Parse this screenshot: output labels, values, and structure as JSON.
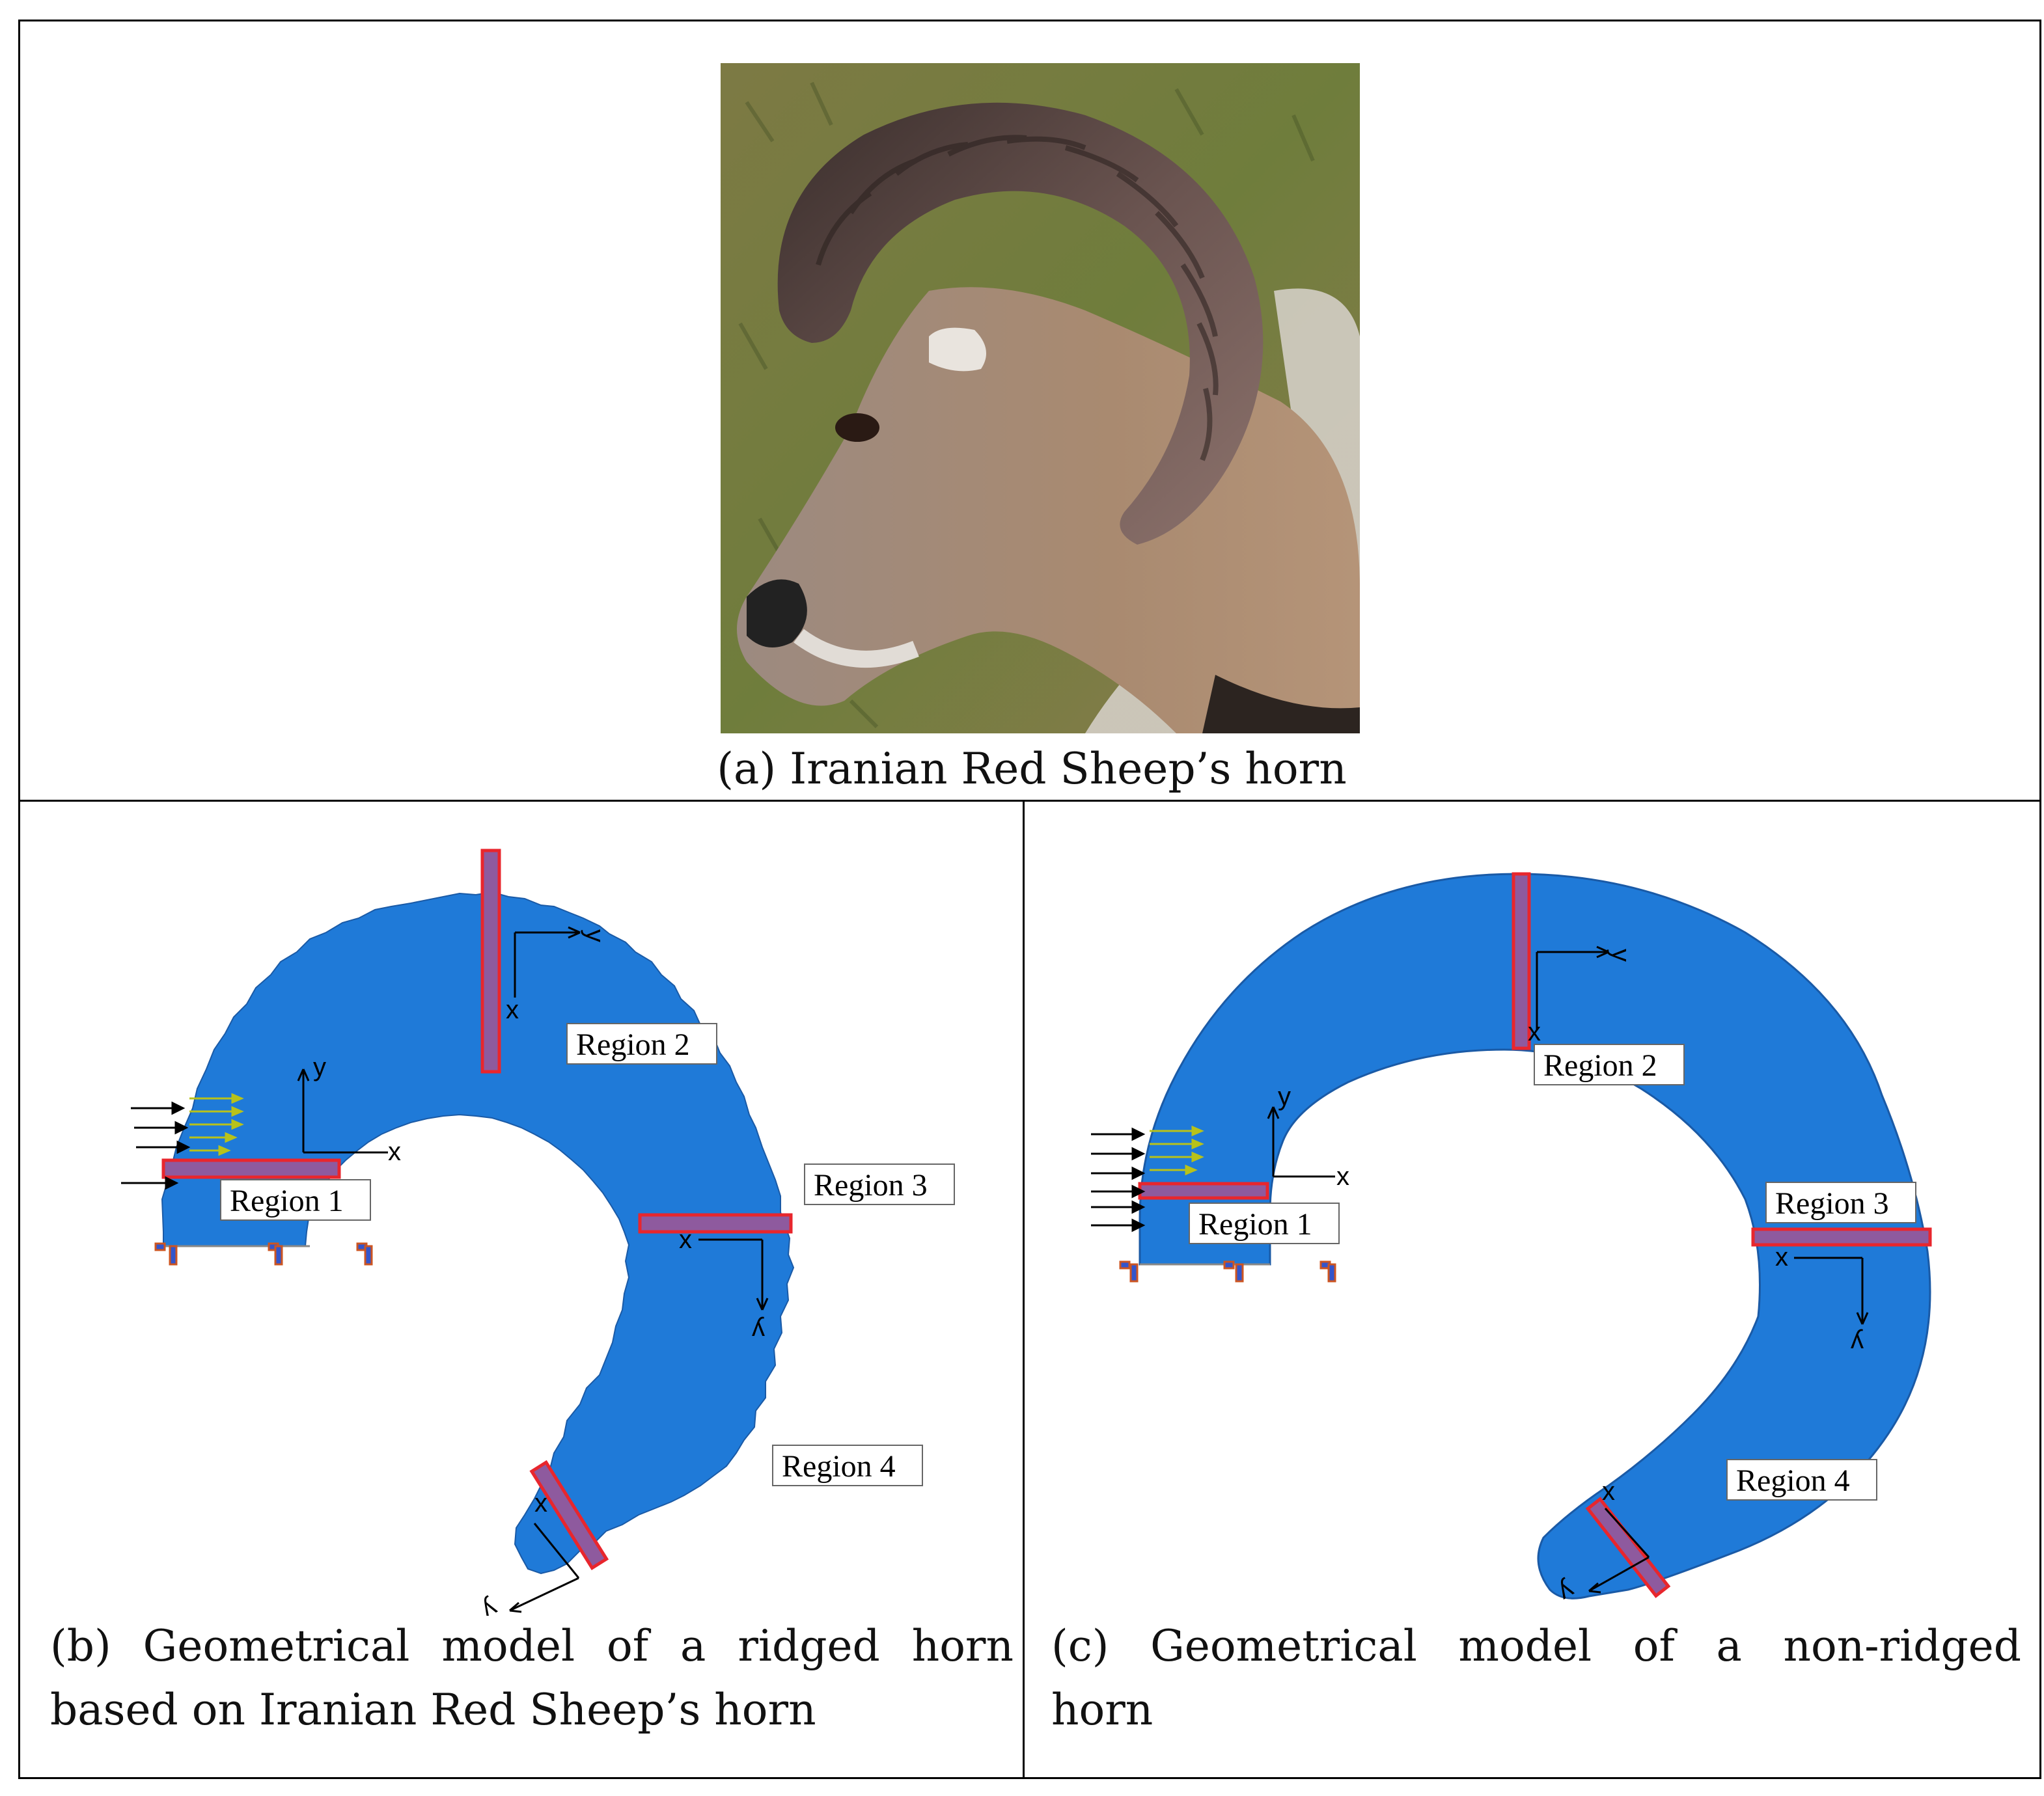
{
  "captions": {
    "a": "(a)  Iranian Red Sheep’s horn",
    "b_line1": "(b) Geometrical model of a ridged horn",
    "b_line2": "based on Iranian Red Sheep’s horn",
    "c_line1": "(c) Geometrical model of a non-ridged",
    "c_line2": "horn"
  },
  "models": {
    "ridged": {
      "region_labels": [
        "Region 1",
        "Region 2",
        "Region 3",
        "Region 4"
      ],
      "axis_labels": {
        "x": "x",
        "y": "y"
      }
    },
    "non_ridged": {
      "region_labels": [
        "Region 1",
        "Region 2",
        "Region 3",
        "Region 4"
      ],
      "axis_labels": {
        "x": "x",
        "y": "y"
      }
    }
  },
  "colors": {
    "horn_fill": "#1f7ad8",
    "region_band": "#8e5a9e",
    "region_edge": "#e8262d",
    "load_arrow": "#000000",
    "pressure_arrow": "#b8c21a"
  }
}
